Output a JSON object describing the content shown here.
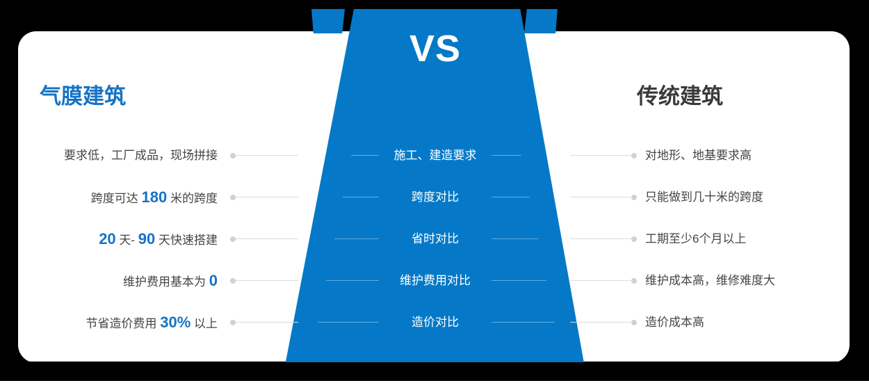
{
  "banner": {
    "vs_label": "VS"
  },
  "colors": {
    "accent_blue": "#0579c8",
    "highlight_blue": "#1573c6",
    "heading_dark": "#3a3a3a",
    "body_text": "#454545",
    "card_bg": "#ffffff",
    "backdrop": "#000000",
    "connector_gray": "#dcdcdc",
    "dot_gray": "#d2d2d2"
  },
  "headings": {
    "left": "气膜建筑",
    "right": "传统建筑"
  },
  "rows": [
    {
      "criterion": "施工、建造要求",
      "left_pre": "要求低，工厂成品，现场拼接",
      "left_highlight": "",
      "left_post": "",
      "right": "对地形、地基要求高"
    },
    {
      "criterion": "跨度对比",
      "left_pre": "跨度可达 ",
      "left_highlight": "180",
      "left_post": " 米的跨度",
      "right": "只能做到几十米的跨度"
    },
    {
      "criterion": "省时对比",
      "left_pre": "",
      "left_highlight": "20",
      "left_mid": " 天- ",
      "left_highlight2": "90",
      "left_post": " 天快速搭建",
      "right": "工期至少6个月以上"
    },
    {
      "criterion": "维护费用对比",
      "left_pre": "维护费用基本为 ",
      "left_highlight": "0",
      "left_post": "",
      "right": "维护成本高，维修难度大"
    },
    {
      "criterion": "造价对比",
      "left_pre": "节省造价费用 ",
      "left_highlight": "30%",
      "left_post": " 以上",
      "right": "造价成本高"
    }
  ]
}
